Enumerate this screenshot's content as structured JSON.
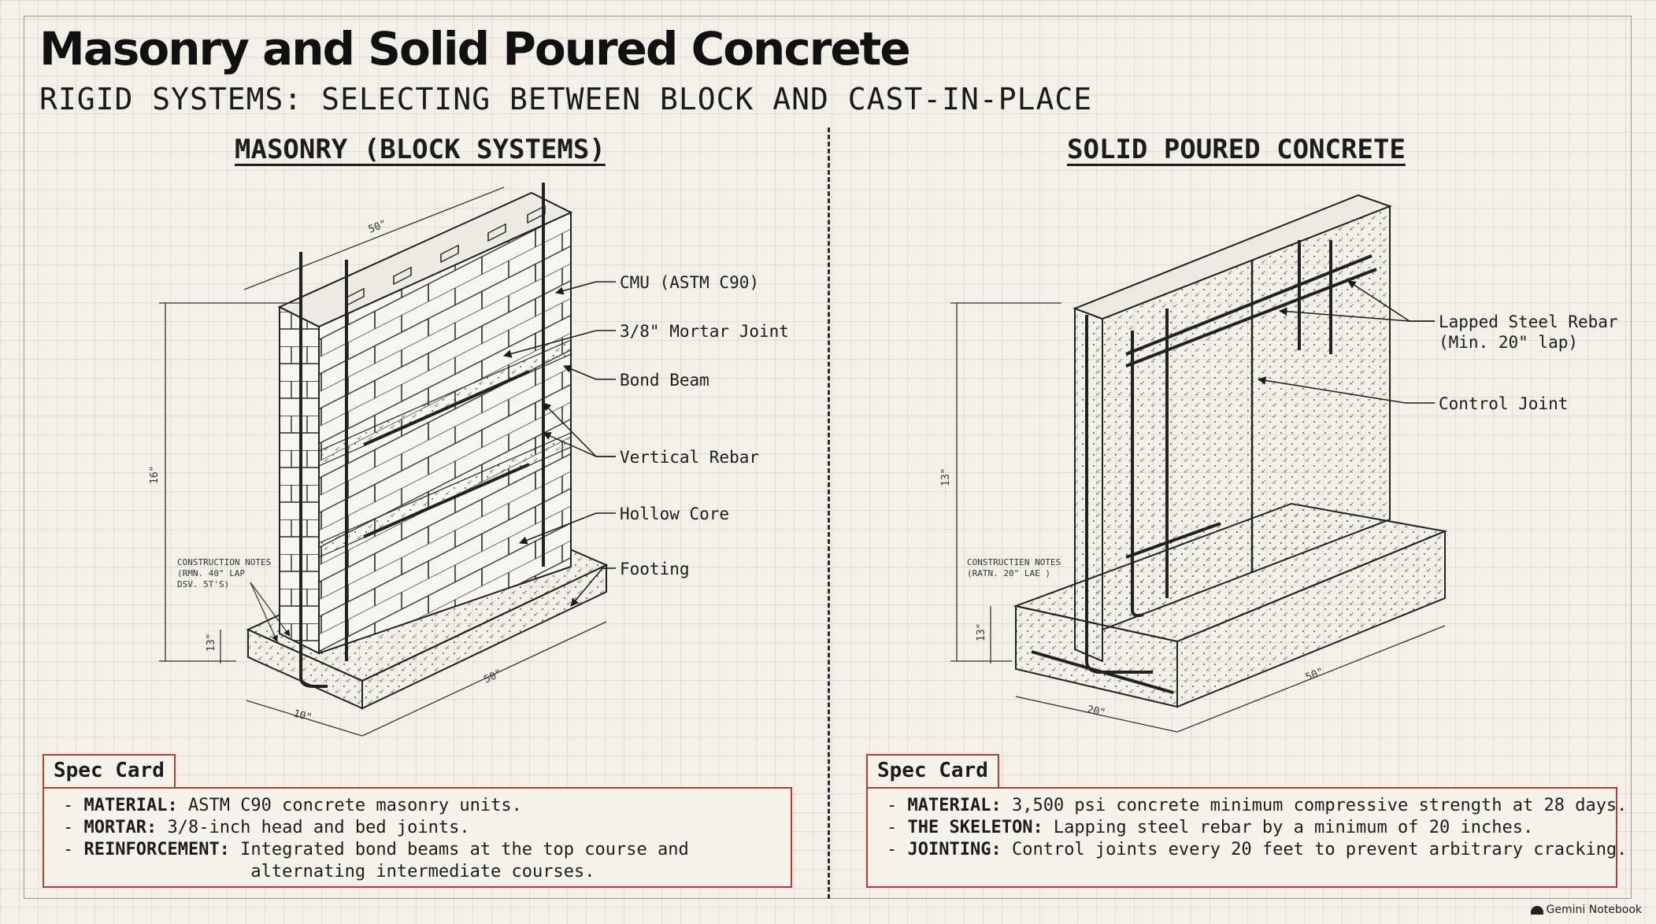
{
  "header": {
    "title": "Masonry and Solid Poured Concrete",
    "subtitle": "RIGID SYSTEMS: SELECTING BETWEEN BLOCK AND CAST-IN-PLACE"
  },
  "left": {
    "heading": "MASONRY (BLOCK SYSTEMS)",
    "callouts": [
      "CMU (ASTM C90)",
      "3/8\" Mortar Joint",
      "Bond Beam",
      "Vertical Rebar",
      "Hollow Core",
      "Footing"
    ],
    "notes": [
      "CONSTRUCTION NOTES",
      "(RMN. 40\" LAP",
      "DSV. 5T'S)"
    ],
    "dims": [
      "50\"",
      "16\"",
      "13\"",
      "10\"",
      "50\""
    ],
    "spec": {
      "tab": "Spec Card",
      "lines": [
        {
          "key": "MATERIAL:",
          "text": " ASTM C90 concrete masonry units."
        },
        {
          "key": "MORTAR:",
          "text": " 3/8-inch head and bed joints."
        },
        {
          "key": "REINFORCEMENT:",
          "text": " Integrated bond beams at the top course and"
        },
        {
          "key": "",
          "text": "                alternating intermediate courses."
        }
      ]
    }
  },
  "right": {
    "heading": "SOLID POURED CONCRETE",
    "callouts": [
      "Lapped Steel Rebar",
      "(Min. 20\" lap)",
      "Control Joint"
    ],
    "notes": [
      "CONSTRUCTIEN NOTES",
      "(RATN. 20\" LAE )"
    ],
    "dims": [
      "13\"",
      "13\"",
      "20\"",
      "50\""
    ],
    "spec": {
      "tab": "Spec Card",
      "lines": [
        {
          "key": "MATERIAL:",
          "text": " 3,500 psi concrete minimum compressive strength at 28 days."
        },
        {
          "key": "THE SKELETON:",
          "text": " Lapping steel rebar by a minimum of 20 inches."
        },
        {
          "key": "JOINTING:",
          "text": " Control joints every 20 feet to prevent arbitrary cracking."
        }
      ]
    }
  },
  "footer": {
    "brand": "Gemini Notebook"
  }
}
